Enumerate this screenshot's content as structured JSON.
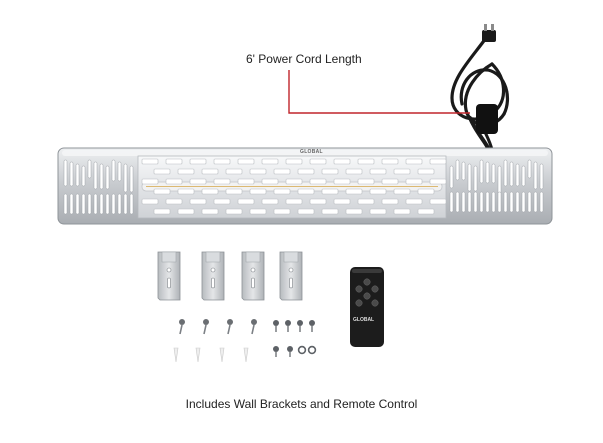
{
  "annotations": {
    "cord_label": "6' Power Cord Length",
    "caption": "Includes Wall Brackets and Remote Control"
  },
  "heater_badge": "GLOBAL",
  "remote_badge": "GLOBAL",
  "colors": {
    "callout_line": "#c0252b",
    "steel": "#c9ccd0",
    "steel_dark": "#9ea3a8",
    "cord": "#1a1a1a",
    "remote": "#1c1c1c"
  }
}
